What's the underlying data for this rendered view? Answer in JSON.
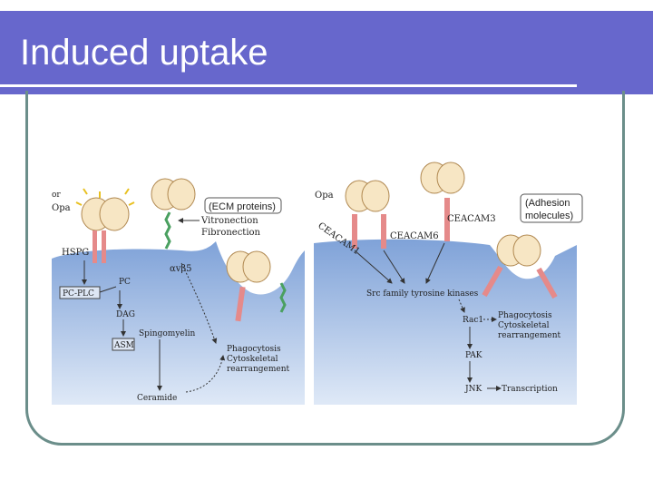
{
  "slide": {
    "title": "Induced uptake"
  },
  "left_panel": {
    "opa": "Opa",
    "opa_prefix": "or",
    "ecm_box": "(ECM proteins)",
    "vitronectin": "Vitronection",
    "fibronectin": "Fibronection",
    "hspg": "HSPG",
    "integrin": "αvβ5",
    "pc": "PC",
    "pc_plc": "PC-PLC",
    "dag": "DAG",
    "asm": "ASM",
    "sphingomyelin": "Spingomyelin",
    "ceramide": "Ceramide",
    "phagocytosis": "Phagocytosis",
    "cytoskeletal": "Cytoskeletal",
    "rearrangement": "rearrangement"
  },
  "right_panel": {
    "opa": "Opa",
    "adhesion_box_line1": "(Adhesion",
    "adhesion_box_line2": "molecules)",
    "ceacam1": "CEACAM1",
    "ceacam3": "CEACAM3",
    "ceacam6": "CEACAM6",
    "src": "Src family tyrosine kinases",
    "rac1": "Rac1",
    "pak": "PAK",
    "jnk": "JNK",
    "transcription": "Transcription",
    "phagocytosis": "Phagocytosis",
    "cytoskeletal": "Cytoskeletal",
    "rearrangement": "rearrangement"
  },
  "colors": {
    "title_bar": "#6767cc",
    "frame": "#6b8e8a",
    "cell_blue": "#8fb0de",
    "bacterium": "#f7e6c4",
    "receptor_pink": "#e58a8a",
    "pili_yellow": "#e8c020"
  }
}
